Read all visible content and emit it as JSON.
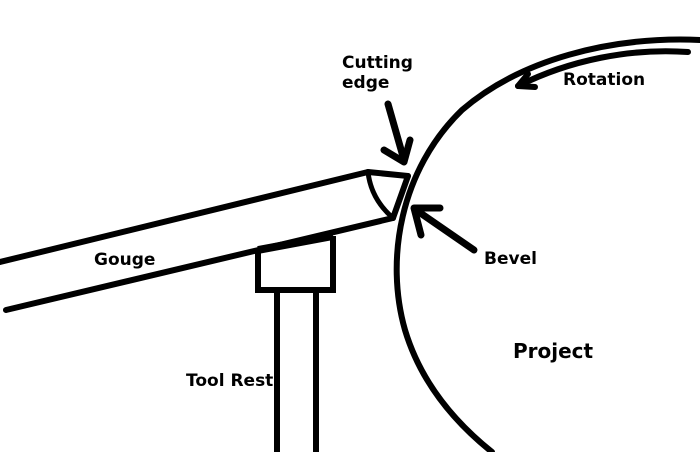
{
  "diagram": {
    "title": "Woodturning gouge cutting on a rotating project",
    "colors": {
      "stroke": "#000000",
      "background": "#ffffff"
    },
    "labels": {
      "cutting_edge_line1": "Cutting",
      "cutting_edge_line2": "edge",
      "rotation": "Rotation",
      "gouge": "Gouge",
      "bevel": "Bevel",
      "tool_rest": "Tool Rest",
      "project": "Project"
    },
    "elements": [
      {
        "id": "gouge",
        "shape": "long angled bar"
      },
      {
        "id": "cutting-edge",
        "shape": "curved tip of gouge touching project"
      },
      {
        "id": "bevel",
        "shape": "flat face of gouge tip rubbing project"
      },
      {
        "id": "tool-rest",
        "shape": "T-shaped post under gouge"
      },
      {
        "id": "project",
        "shape": "large circle"
      },
      {
        "id": "rotation-arrow",
        "shape": "curved arrow, counter-clockwise along top of project"
      }
    ]
  }
}
